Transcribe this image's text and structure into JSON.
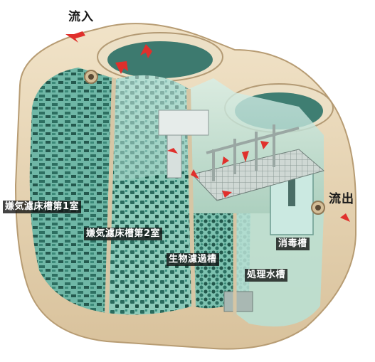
{
  "labels": {
    "inflow": "流入",
    "outflow": "流出",
    "chamber1": "嫌気濾床槽第1室",
    "chamber2": "嫌気濾床槽第2室",
    "biofilter": "生物濾過槽",
    "treated_water": "処理水槽",
    "disinfection": "消毒槽"
  },
  "colors": {
    "tank_shell": "#e8d6b8",
    "water": "#bfe3d9",
    "media": "#2f7f6e",
    "flow_arrow": "#e0302c"
  }
}
